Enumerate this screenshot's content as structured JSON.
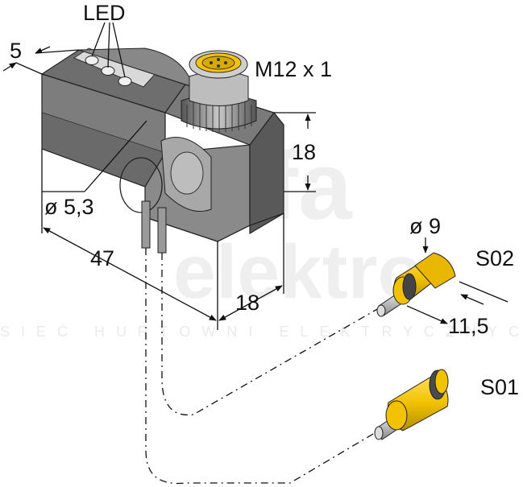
{
  "watermark": {
    "top": "fa",
    "middle": "elektro",
    "bottom": "SIEĆ HURTOWNI ELEKTRYCZNYCH"
  },
  "labels": {
    "led": "LED",
    "dim_5": "5",
    "connector": "M12 x 1",
    "dim_18_height": "18",
    "dia_53": "ø 5,3",
    "dim_47": "47",
    "dim_18_width": "18",
    "dia_9": "ø 9",
    "s02": "S02",
    "dim_115": "11,5",
    "s01": "S01"
  },
  "colors": {
    "housing_top": "#6f6f6f",
    "housing_front": "#808080",
    "housing_side": "#5a5a5a",
    "sensor_yellow": "#f2c200",
    "connector_yellow": "#f5c400"
  }
}
